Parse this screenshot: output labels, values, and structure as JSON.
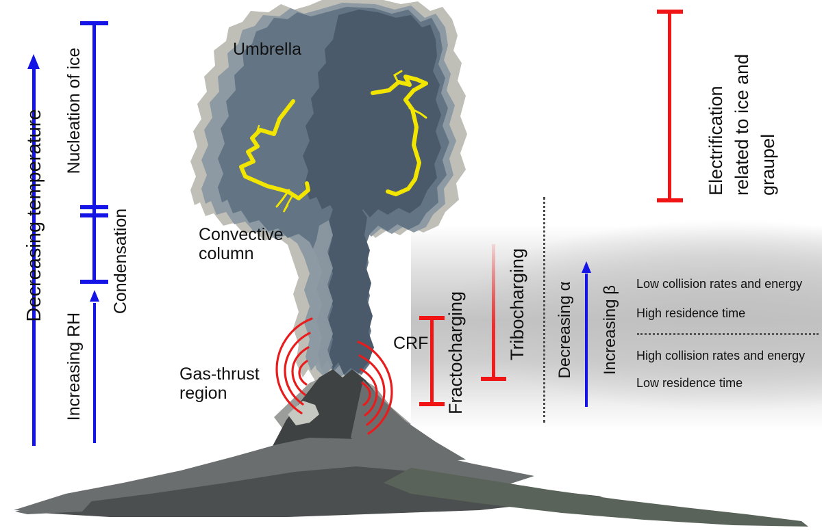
{
  "figure": {
    "title": "Volcanic plume charging and electrification diagram",
    "colors": {
      "blue": "#1414e6",
      "red": "#f01414",
      "lightning": "#f2e600",
      "plume_dark": "#4a5a6b",
      "plume_mid": "#637585",
      "plume_light": "#8d9aa3",
      "plume_pale": "#b4b4ac",
      "mountain_dark": "#3f4243",
      "mountain_mid": "#6b6e6f",
      "mountain_green": "#5a6359",
      "text": "#111111"
    }
  },
  "left_axis": {
    "main_arrow_label": "Decreasing temperature",
    "secondary_arrow_label": "Increasing RH",
    "scale_labels": [
      "Nucleation of ice",
      "Condensation"
    ]
  },
  "plume_labels": {
    "umbrella": "Umbrella",
    "convective_column_line1": "Convective",
    "convective_column_line2": "column",
    "gas_thrust_line1": "Gas-thrust",
    "gas_thrust_line2": "region",
    "crf": "CRF"
  },
  "charging_brackets": {
    "fractocharging": "Fractocharging",
    "tribocharging": "Tribocharging",
    "electrification": "Electrification related to ice and graupel",
    "electrification_line1": "Electrification",
    "electrification_line2": "related to ice and",
    "electrification_line3": "graupel"
  },
  "parameter_axis": {
    "decreasing": "Decreasing  α",
    "increasing": "Increasing  β"
  },
  "conditions": {
    "upper": [
      "Low collision rates and energy",
      "High residence time"
    ],
    "lower": [
      "High collision rates and energy",
      "Low residence time"
    ]
  }
}
